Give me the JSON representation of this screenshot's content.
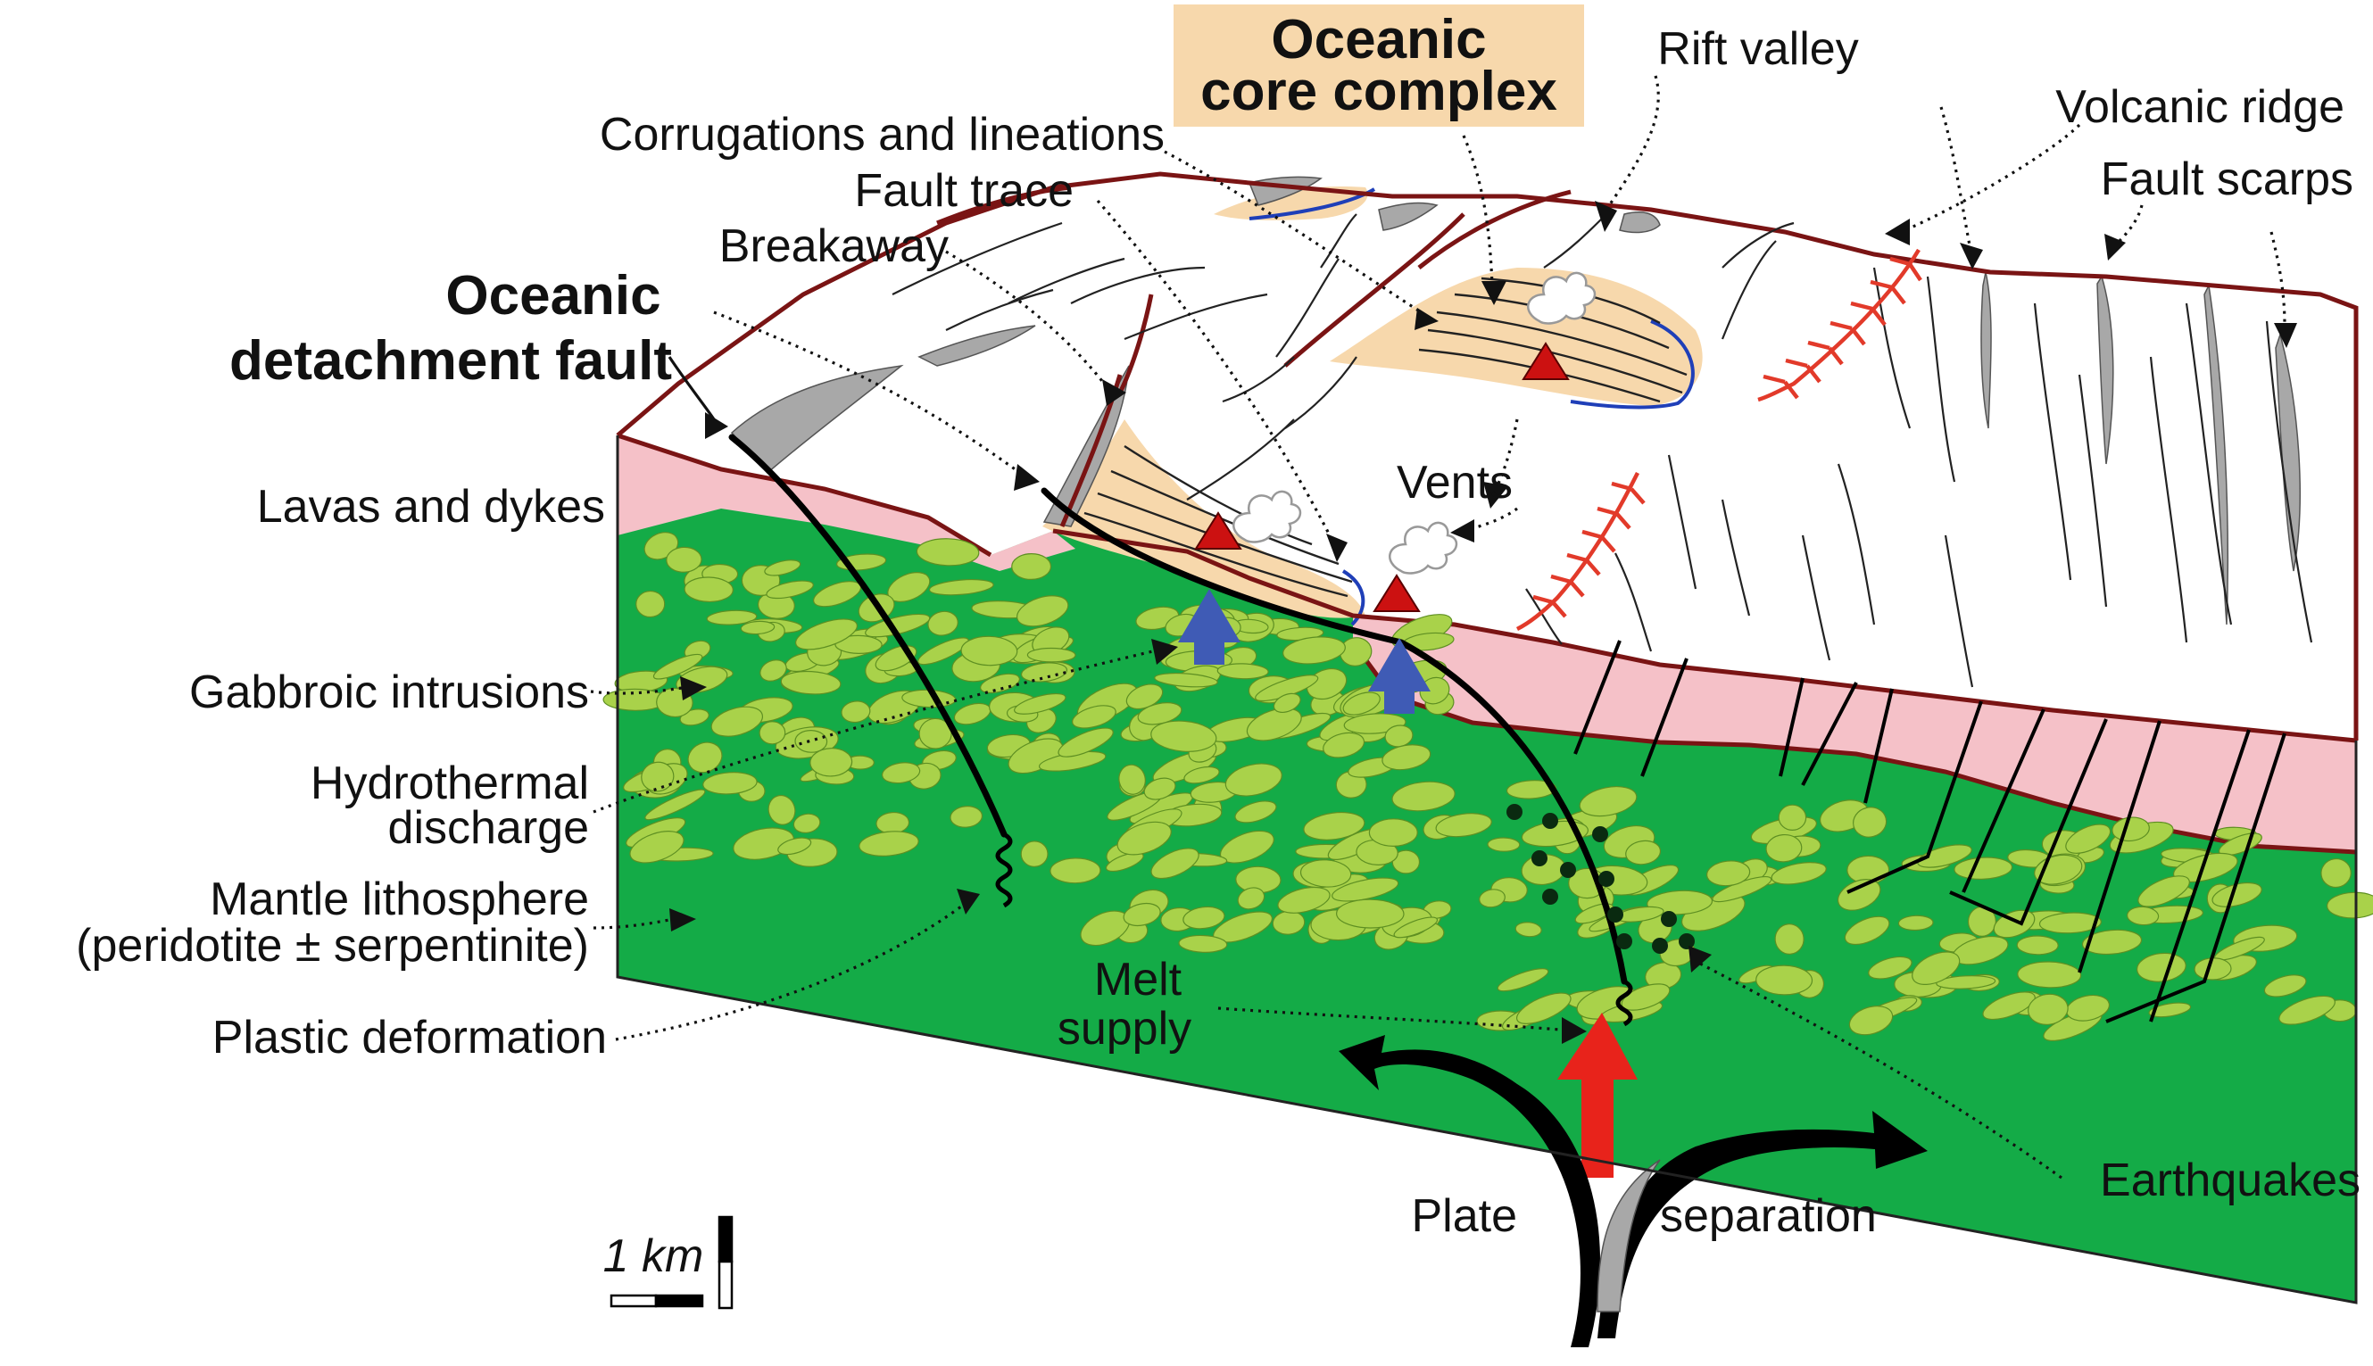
{
  "labels": {
    "ocean_core_l1": "Oceanic",
    "ocean_core_l2": "core complex",
    "corrugations": "Corrugations and lineations",
    "fault_trace": "Fault trace",
    "breakaway": "Breakaway",
    "detach_l1": "Oceanic",
    "detach_l2": "detachment fault",
    "rift_valley": "Rift valley",
    "volcanic_ridge": "Volcanic ridge",
    "fault_scarps": "Fault scarps",
    "vents": "Vents",
    "lavas": "Lavas and dykes",
    "gabbroic": "Gabbroic intrusions",
    "hydro_l1": "Hydrothermal",
    "hydro_l2": "discharge",
    "mantle_l1": "Mantle lithosphere",
    "mantle_l2": "(peridotite ± serpentinite)",
    "plastic": "Plastic deformation",
    "melt_l1": "Melt",
    "melt_l2": "supply",
    "earthquakes": "Earthquakes",
    "plate": "Plate",
    "separation": "separation",
    "scale": "1 km"
  },
  "colors": {
    "mantle": "#14ab47",
    "gabbro": "#a9d24a",
    "crust": "#f5c1c8",
    "core_complex": "#f7d8ac",
    "scarp_shadow": "#a8a8a8",
    "edge": "#7a1414",
    "vent": "#cc1111",
    "hydrothermal_arrow": "#3f5bb5",
    "melt_arrow": "#e8231b"
  }
}
